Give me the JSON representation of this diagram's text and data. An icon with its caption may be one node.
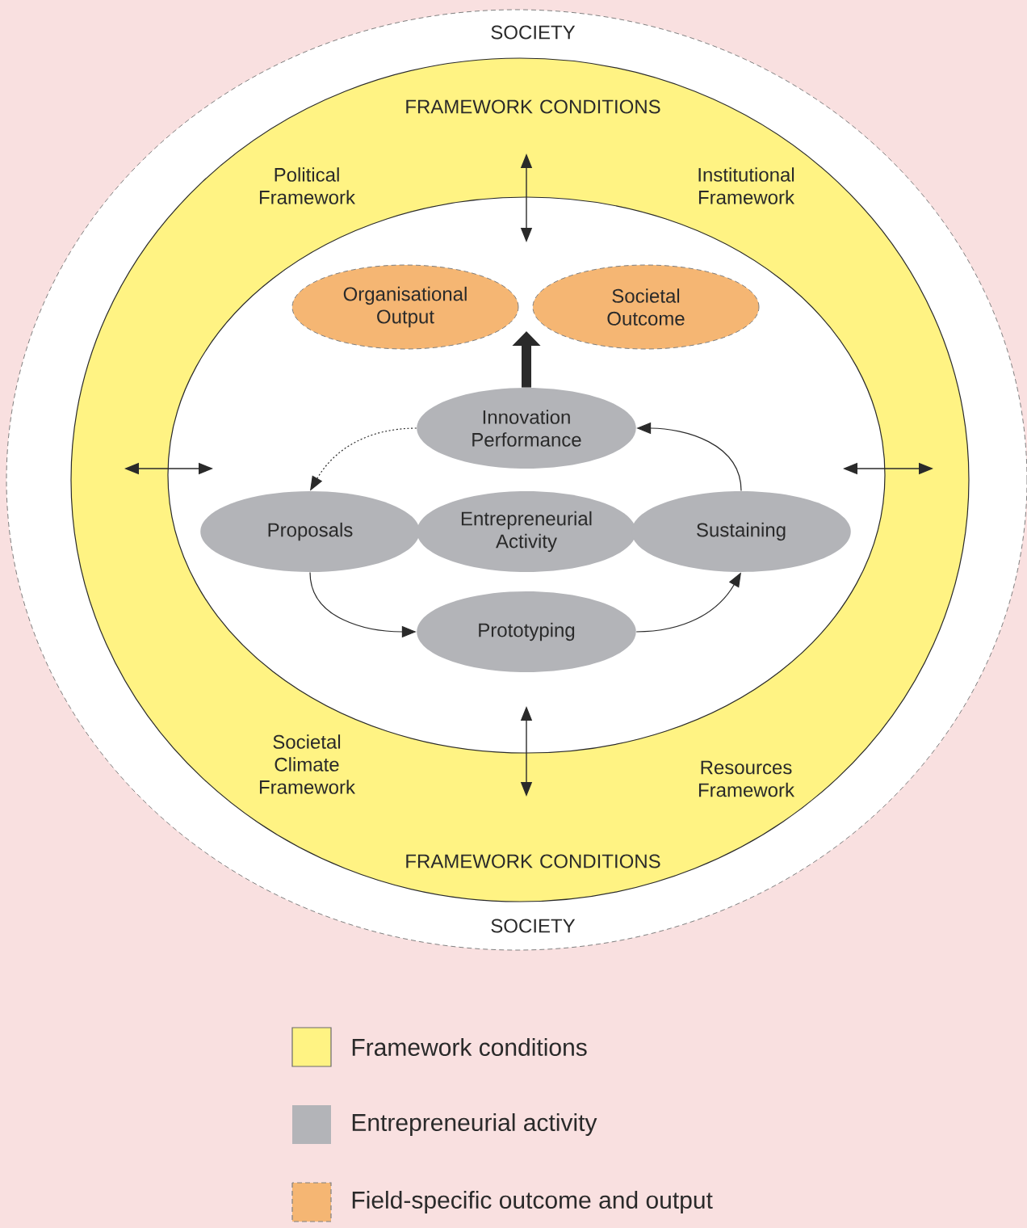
{
  "diagram": {
    "nodes": [
      {
        "text": [
          "SOCIETY",
          "SOCIETY"
        ]
      },
      {
        "text": [
          "FRAMEWORK CONDITIONS",
          "Political Framework",
          "Institutional Framework",
          "Societal Climate Framework",
          "Resources Framework",
          "FRAMEWORK CONDITIONS"
        ],
        "in": 0
      },
      {
        "text": [],
        "shape": "ellipse",
        "in": 1
      },
      {
        "text": [
          "Organisational Output"
        ],
        "in": 2
      },
      {
        "text": [
          "Societal Outcome"
        ],
        "in": 2
      },
      {
        "text": [
          "Innovation Performance"
        ],
        "in": 2
      },
      {
        "text": [
          "Proposals"
        ],
        "in": 2
      },
      {
        "text": [
          "Entrepreneurial Activity"
        ],
        "in": 2
      },
      {
        "text": [
          "Sustaining"
        ],
        "in": 2
      },
      {
        "text": [
          "Prototyping"
        ],
        "in": 2
      }
    ],
    "edges": [
      {
        "from": 5,
        "to": 3,
        "arrow": "to",
        "style": "thick"
      },
      {
        "from": 5,
        "to": 4,
        "arrow": "to",
        "style": "thick"
      },
      {
        "from": 5,
        "to": 6,
        "arrow": "to",
        "style": "dashed"
      },
      {
        "from": 6,
        "to": 9,
        "arrow": "to"
      },
      {
        "from": 9,
        "to": 8,
        "arrow": "to"
      },
      {
        "from": 8,
        "to": 5,
        "arrow": "to"
      }
    ],
    "legend": [
      {
        "text": "Framework conditions",
        "color": "#fff383"
      },
      {
        "text": "Entrepreneurial activity",
        "color": "#b3b4b8"
      },
      {
        "text": "Field-specific outcome and output",
        "color": "#f5b673"
      }
    ]
  }
}
